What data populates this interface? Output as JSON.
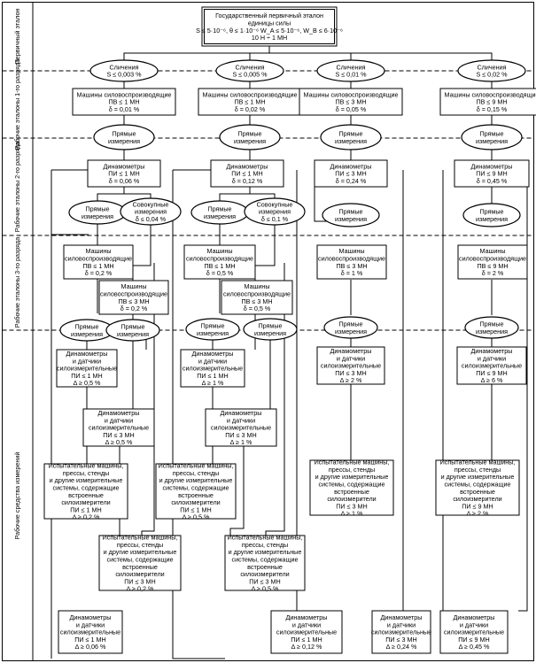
{
  "bands": [
    "Первичный эталон",
    "Рабочие эталоны 1-го разряда",
    "Рабочие эталоны 2-го разряда",
    "Рабочие эталоны 3-го разряда",
    "Рабочие средства измерений"
  ],
  "primary": {
    "l1": "Государственный первичный эталон",
    "l2": "единицы силы",
    "l3": "S ≤ 5·10⁻⁶, θ ≤ 1·10⁻⁶  W_A ≤ 5·10⁻⁶, W_B ≤ 6·10⁻⁶",
    "l4": "10 Н ÷ 1 МН"
  },
  "comparisons": [
    {
      "l1": "Сличения",
      "l2": "S ≤ 0,003 %"
    },
    {
      "l1": "Сличения",
      "l2": "S ≤ 0,005 %"
    },
    {
      "l1": "Сличения",
      "l2": "S ≤ 0,01 %"
    },
    {
      "l1": "Сличения",
      "l2": "S ≤ 0,02 %"
    }
  ],
  "first_rank": [
    {
      "l1": "Машины силовоспроизводящие",
      "l2": "ПВ ≤ 1 МН",
      "l3": "δ = 0,01 %"
    },
    {
      "l1": "Машины силовоспроизводящие",
      "l2": "ПВ ≤ 1 МН",
      "l3": "δ = 0,02 %"
    },
    {
      "l1": "Машины силовоспроизводящие",
      "l2": "ПВ ≤ 3 МН",
      "l3": "δ = 0,05 %"
    },
    {
      "l1": "Машины силовоспроизводящие",
      "l2": "ПВ ≤ 9 МН",
      "l3": "δ = 0,15 %"
    }
  ],
  "method_direct": {
    "l1": "Прямые",
    "l2": "измерения"
  },
  "method_combined": {
    "l1": "Совокупные",
    "l2": "измерения"
  },
  "combined_deltas": [
    "δ ≤ 0,04 %",
    "δ ≤ 0,1 %"
  ],
  "second_rank": [
    {
      "l1": "Динамометры",
      "l2": "ПИ ≤ 1 МН",
      "l3": "δ = 0,06 %"
    },
    {
      "l1": "Динамометры",
      "l2": "ПИ ≤ 1 МН",
      "l3": "δ = 0,12 %"
    },
    {
      "l1": "Динамометры",
      "l2": "ПИ ≤ 3 МН",
      "l3": "δ = 0,24 %"
    },
    {
      "l1": "Динамометры",
      "l2": "ПИ ≤ 9 МН",
      "l3": "δ = 0,45 %"
    }
  ],
  "third_rank_machine": {
    "l1": "Машины",
    "l2": "силовоспроизводящие"
  },
  "third_rank": [
    {
      "l3": "ПВ ≤ 1 МН",
      "l4": "δ = 0,2 %"
    },
    {
      "l3": "ПВ ≤ 3 МН",
      "l4": "δ = 0,2 %"
    },
    {
      "l3": "ПВ ≤ 1 МН",
      "l4": "δ = 0,5 %"
    },
    {
      "l3": "ПВ ≤ 3 МН",
      "l4": "δ = 0,5 %"
    },
    {
      "l3": "ПВ ≤ 3 МН",
      "l4": "δ = 1 %"
    },
    {
      "l3": "ПВ ≤ 9 МН",
      "l4": "δ = 2 %"
    }
  ],
  "dyn_sensor": {
    "l1": "Динамометры",
    "l2": "и датчики",
    "l3": "силоизмерительные"
  },
  "work_dyn": [
    {
      "l4": "ПИ ≤ 1 МН",
      "l5": "Δ ≥ 0,5 %"
    },
    {
      "l4": "ПИ ≤ 3 МН",
      "l5": "Δ ≥ 0,5 %"
    },
    {
      "l4": "ПИ ≤ 1 МН",
      "l5": "Δ ≥ 1 %"
    },
    {
      "l4": "ПИ ≤ 3 МН",
      "l5": "Δ ≥ 1 %"
    },
    {
      "l4": "ПИ ≤ 3 МН",
      "l5": "Δ ≥ 2 %"
    },
    {
      "l4": "ПИ ≤ 9 МН",
      "l5": "Δ ≥ 6 %"
    }
  ],
  "test_machine": {
    "l1": "Испытательные машины,",
    "l2": "прессы, стенды",
    "l3": "и другие измерительные",
    "l4": "системы, содержащие",
    "l5": "встроенные",
    "l6": "силоизмерители"
  },
  "work_test": [
    {
      "l7": "ПИ ≤ 1 МН",
      "l8": "Δ ≥ 0,2 %"
    },
    {
      "l7": "ПИ ≤ 1 МН",
      "l8": "Δ ≥ 0,5 %"
    },
    {
      "l7": "ПИ ≤ 3 МН",
      "l8": "Δ ≥ 1 %"
    },
    {
      "l7": "ПИ ≤ 9 МН",
      "l8": "Δ ≥ 2 %"
    },
    {
      "l7": "ПИ ≤ 3 МН",
      "l8": "Δ ≥ 0,2 %"
    },
    {
      "l7": "ПИ ≤ 3 МН",
      "l8": "Δ ≥ 0,5 %"
    }
  ],
  "bottom_dyn": [
    {
      "l4": "ПИ ≤ 1 МН",
      "l5": "Δ ≥ 0,06 %"
    },
    {
      "l4": "ПИ ≤ 1 МН",
      "l5": "Δ ≥ 0,12 %"
    },
    {
      "l4": "ПИ ≤ 3 МН",
      "l5": "Δ ≥ 0,24 %"
    },
    {
      "l4": "ПИ ≤ 9 МН",
      "l5": "Δ ≥ 0,45 %"
    }
  ]
}
